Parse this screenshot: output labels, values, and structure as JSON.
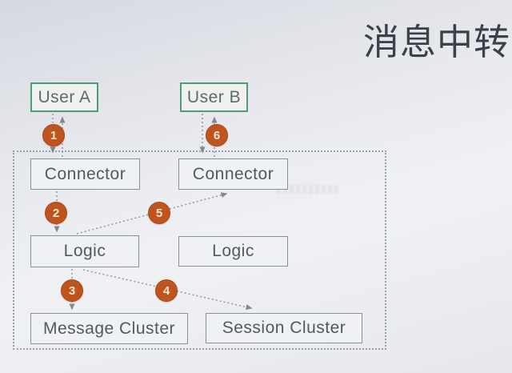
{
  "title": "消息中转",
  "colors": {
    "accent_orange": "#bf541e",
    "user_box_green": "#4f9c78",
    "box_border_gray": "#8b8f96",
    "box_text_gray": "#54585f",
    "title_gray": "#3c4147",
    "arrow_gray": "#94979e"
  },
  "nodes": {
    "user_a": {
      "label": "User A"
    },
    "user_b": {
      "label": "User B"
    },
    "connector_left": {
      "label": "Connector"
    },
    "connector_right": {
      "label": "Connector"
    },
    "logic_left": {
      "label": "Logic"
    },
    "logic_right": {
      "label": "Logic"
    },
    "message_cluster": {
      "label": "Message Cluster"
    },
    "session_cluster": {
      "label": "Session Cluster"
    }
  },
  "steps": [
    {
      "number": "1",
      "from": "User A",
      "to": "Connector (left)"
    },
    {
      "number": "2",
      "from": "Connector (left)",
      "to": "Logic (left)"
    },
    {
      "number": "3",
      "from": "Logic (left)",
      "to": "Message Cluster"
    },
    {
      "number": "4",
      "from": "Logic (left)",
      "to": "Session Cluster"
    },
    {
      "number": "5",
      "from": "Logic (left)",
      "to": "Connector (right)"
    },
    {
      "number": "6",
      "from": "Connector (right)",
      "to": "User B"
    }
  ]
}
